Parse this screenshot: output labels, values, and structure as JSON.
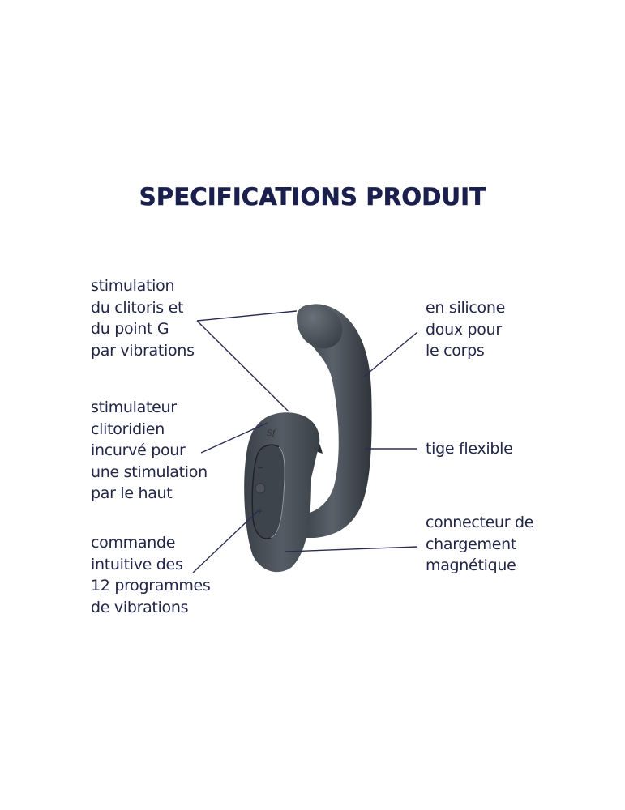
{
  "title": "SPECIFICATIONS PRODUIT",
  "colors": {
    "text": "#1b1f4d",
    "leader_line": "#2a2d52",
    "product_body": "#4a5058",
    "product_shadow": "#2a2f36",
    "background": "#ffffff"
  },
  "product": {
    "logo_mark": "Sf",
    "controls": [
      "minus-button",
      "power-button",
      "plus-button"
    ]
  },
  "annotations": {
    "left": [
      {
        "id": "dual-stimulation",
        "lines": [
          "stimulation",
          "du clitoris et",
          "du point G",
          "par vibrations"
        ]
      },
      {
        "id": "curved-clitoral-stimulator",
        "lines": [
          "stimulateur",
          "clitoridien",
          "incurvé pour",
          "une stimulation",
          "par le haut"
        ]
      },
      {
        "id": "intuitive-control",
        "lines": [
          "commande",
          "intuitive des",
          "12 programmes",
          "de vibrations"
        ]
      }
    ],
    "right": [
      {
        "id": "body-safe-silicone",
        "lines": [
          "en silicone",
          "doux pour",
          "le corps"
        ]
      },
      {
        "id": "flexible-shaft",
        "lines": [
          "tige flexible"
        ]
      },
      {
        "id": "magnetic-charging",
        "lines": [
          "connecteur de",
          "chargement",
          "magnétique"
        ]
      }
    ]
  }
}
